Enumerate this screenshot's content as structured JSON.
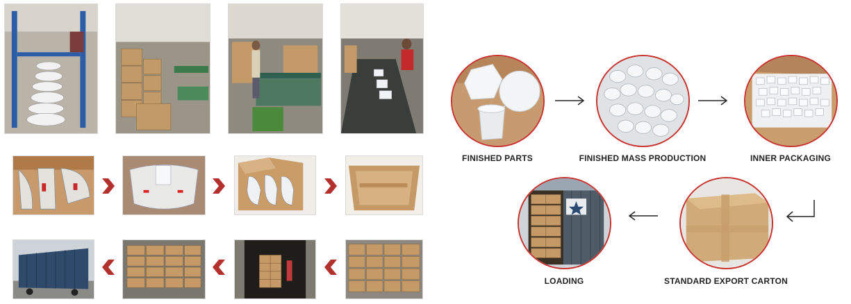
{
  "process": {
    "steps": [
      {
        "label": "FINISHED PARTS"
      },
      {
        "label": "FINISHED MASS PRODUCTION"
      },
      {
        "label": "INNER PACKAGING"
      },
      {
        "label": "STANDARD EXPORT CARTON"
      },
      {
        "label": "LOADING"
      }
    ]
  },
  "colors": {
    "accent_red": "#c9302c",
    "arrow_black": "#222222",
    "cardboard": "#c8a06a",
    "container_blue": "#2f4a6b"
  },
  "icons": {
    "red_chevron": "chevron-right-icon",
    "red_chevron_left": "chevron-left-icon",
    "flow_arrow": "arrow-right-icon"
  }
}
